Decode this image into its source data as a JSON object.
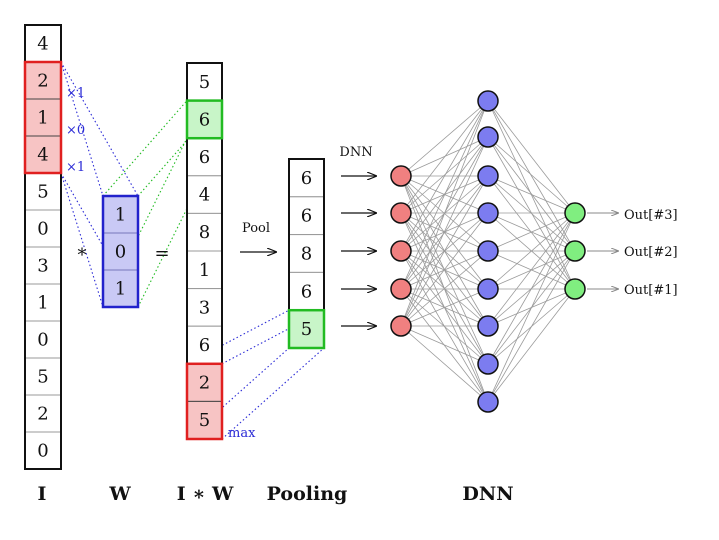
{
  "input": {
    "label": "I",
    "cells": [
      "4",
      "2",
      "1",
      "4",
      "5",
      "0",
      "3",
      "1",
      "0",
      "5",
      "2",
      "0"
    ],
    "highlighted": [
      1,
      2,
      3
    ]
  },
  "weights": {
    "label": "W",
    "cells": [
      "1",
      "0",
      "1"
    ],
    "multipliers": [
      "×1",
      "×0",
      "×1"
    ]
  },
  "conv_operator": "*",
  "equals_operator": "=",
  "conv": {
    "label": "I ∗ W",
    "cells": [
      "5",
      "6",
      "6",
      "4",
      "8",
      "1",
      "3",
      "6",
      "2",
      "5"
    ],
    "highlighted_result": 1,
    "pooled_window": [
      8,
      9
    ],
    "max_note": "max"
  },
  "pool_arrow_label": "Pool",
  "pooling": {
    "label": "Pooling",
    "cells": [
      "6",
      "6",
      "8",
      "6",
      "5"
    ],
    "highlighted": 4
  },
  "dnn": {
    "arrow_label": "DNN",
    "label": "DNN",
    "layer_sizes": [
      5,
      9,
      3
    ],
    "outputs": [
      "Out[#3]",
      "Out[#2]",
      "Out[#1]"
    ]
  },
  "colors": {
    "red_stroke": "#e02020",
    "red_fill": "#f7c4c4",
    "blue_stroke": "#2222cc",
    "blue_fill": "#c9c9f5",
    "green_stroke": "#22bb22",
    "green_fill": "#c8f5c8",
    "node_red": "#f08080",
    "node_blue": "#7c7cf0",
    "node_green": "#80ee80",
    "edge": "#9a9a9a",
    "dot_blue": "#2b2bd6",
    "dot_green": "#22bb22"
  }
}
